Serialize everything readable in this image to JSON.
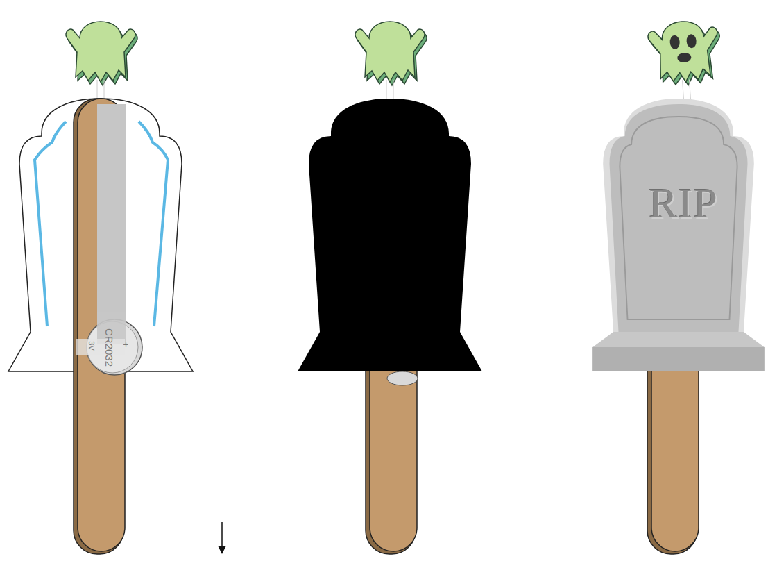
{
  "diagram": {
    "nodes": [
      {
        "text": [
          "RIP"
        ]
      }
    ],
    "labels": [
      "CR2032",
      "3V",
      "+"
    ]
  }
}
